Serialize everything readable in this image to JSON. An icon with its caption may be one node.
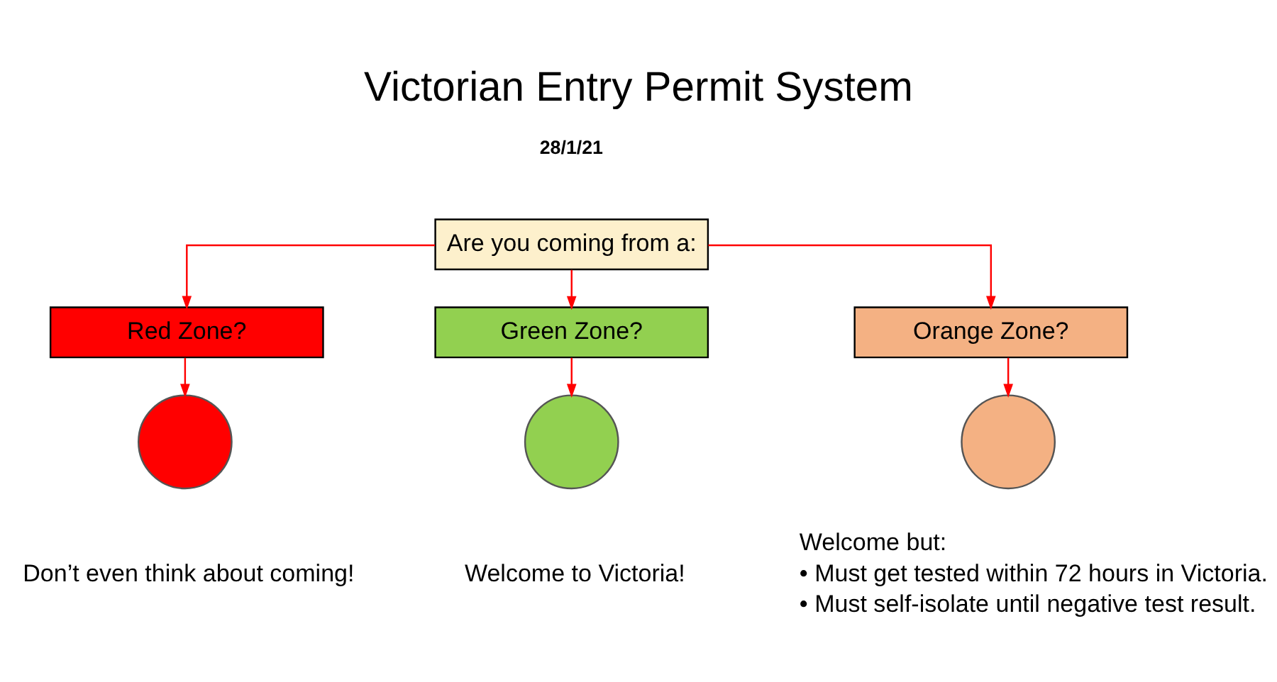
{
  "diagram": {
    "title": "Victorian Entry Permit System",
    "nodes": [
      {
        "text": [
          "Are you coming from a:"
        ]
      },
      {
        "text": [
          "Red Zone?"
        ]
      },
      {
        "text": [
          "Green Zone?"
        ]
      },
      {
        "text": [
          "Orange Zone?"
        ]
      },
      {
        "text": [],
        "shape": "circle",
        "beside": [
          "Don’t even think about coming!"
        ]
      },
      {
        "text": [],
        "shape": "circle",
        "beside": [
          "Welcome to Victoria!"
        ]
      },
      {
        "text": [],
        "shape": "circle",
        "beside": [
          "Welcome but:",
          "• Must get tested within 72 hours in Victoria.",
          "• Must self-isolate until negative test result."
        ]
      }
    ],
    "edges": [
      {
        "from": 0,
        "to": 1,
        "arrow": "to"
      },
      {
        "from": 0,
        "to": 2,
        "arrow": "to"
      },
      {
        "from": 0,
        "to": 3,
        "arrow": "to"
      },
      {
        "from": 1,
        "to": 4,
        "arrow": "to"
      },
      {
        "from": 2,
        "to": 5,
        "arrow": "to"
      },
      {
        "from": 3,
        "to": 6,
        "arrow": "to"
      }
    ],
    "labels": [
      "28/1/21"
    ]
  }
}
